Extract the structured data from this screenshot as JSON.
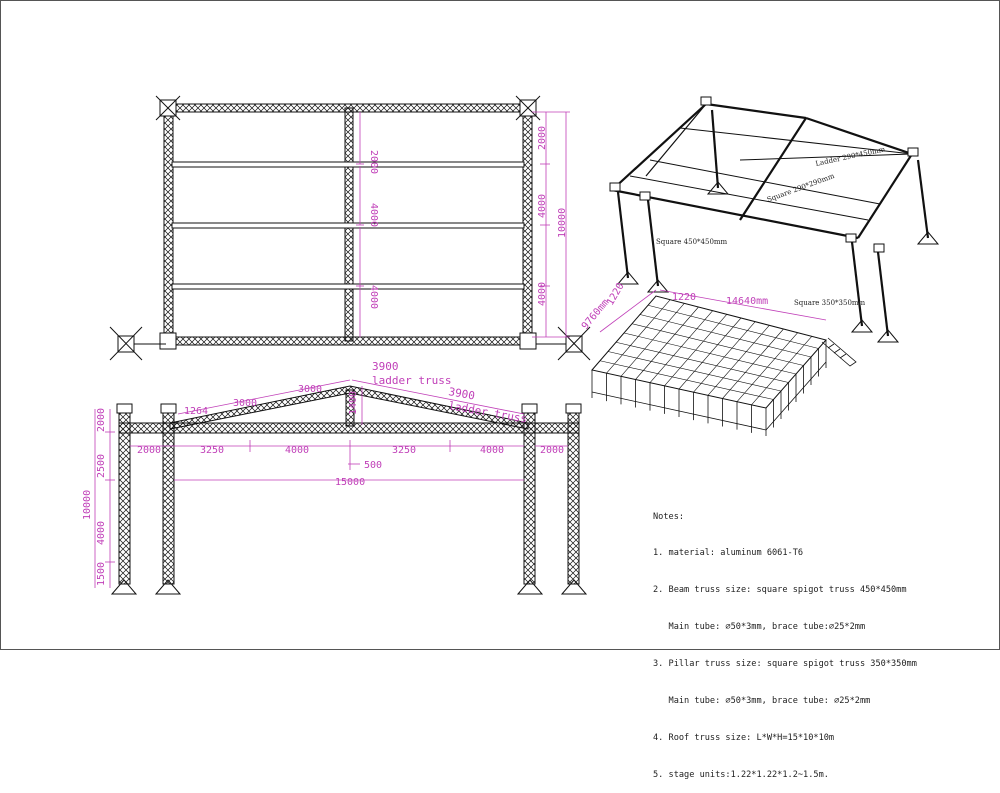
{
  "colors": {
    "truss": "#111111",
    "dimension": "#c03fb8",
    "background": "#ffffff"
  },
  "plan_view": {
    "vertical_dims": [
      "2000",
      "4000",
      "4000"
    ],
    "right_dims": [
      "2000",
      "4000",
      "4000"
    ],
    "total_height": "10000"
  },
  "elevation_view": {
    "roof_dims_left": [
      "1264",
      "3000",
      "3000"
    ],
    "roof_dims_right": [
      "3900",
      "3900"
    ],
    "ladder_label": "ladder truss",
    "ridge_height": "1400",
    "span_dims": [
      "2000",
      "3250",
      "4000",
      "3250",
      "4000",
      "2000"
    ],
    "center_dim": "500",
    "total_span": "15000",
    "left_heights": [
      "2000",
      "2500",
      "4000",
      "1500"
    ],
    "total_height": "10000"
  },
  "iso_view": {
    "labels": [
      "Ladder 290*450mm",
      "Square 290*290mm",
      "Square 450*450mm",
      "Square 350*350mm"
    ]
  },
  "stage_view": {
    "dims": [
      "9760mm",
      "1220",
      "1220",
      "14640mm"
    ]
  },
  "notes": {
    "heading": "Notes:",
    "lines": [
      "1. material: aluminum 6061-T6",
      "2. Beam truss size: square spigot truss 450*450mm",
      "   Main tube: ∅50*3mm, brace tube:∅25*2mm",
      "3. Pillar truss size: square spigot truss 350*350mm",
      "   Main tube: ∅50*3mm, brace tube: ∅25*2mm",
      "4. Roof truss size: L*W*H=15*10*10m",
      "5. stage units:1.22*1.22*1.2~1.5m."
    ]
  }
}
